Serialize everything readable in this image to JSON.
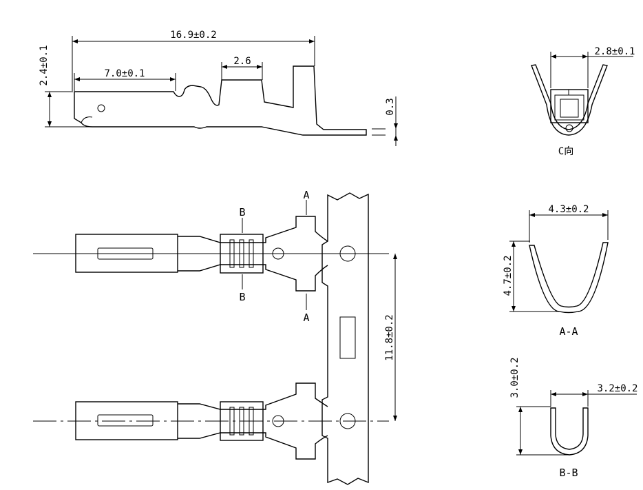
{
  "colors": {
    "line": "#000000",
    "background": "#ffffff"
  },
  "dims": {
    "overall_length": "16.9±0.2",
    "height": "2.4±0.1",
    "crimp_length": "7.0±0.1",
    "tab_width": "2.6",
    "thickness": "0.3",
    "c_width": "2.8±0.1",
    "pitch": "11.8±0.2",
    "aa_width": "4.3±0.2",
    "aa_height": "4.7±0.2",
    "bb_height": "3.0±0.2",
    "bb_width": "3.2±0.2"
  },
  "labels": {
    "section_a_top": "A",
    "section_a_bottom": "A",
    "section_b_top": "B",
    "section_b_bottom": "B",
    "view_c": "C向",
    "view_aa": "A-A",
    "view_bb": "B-B"
  }
}
